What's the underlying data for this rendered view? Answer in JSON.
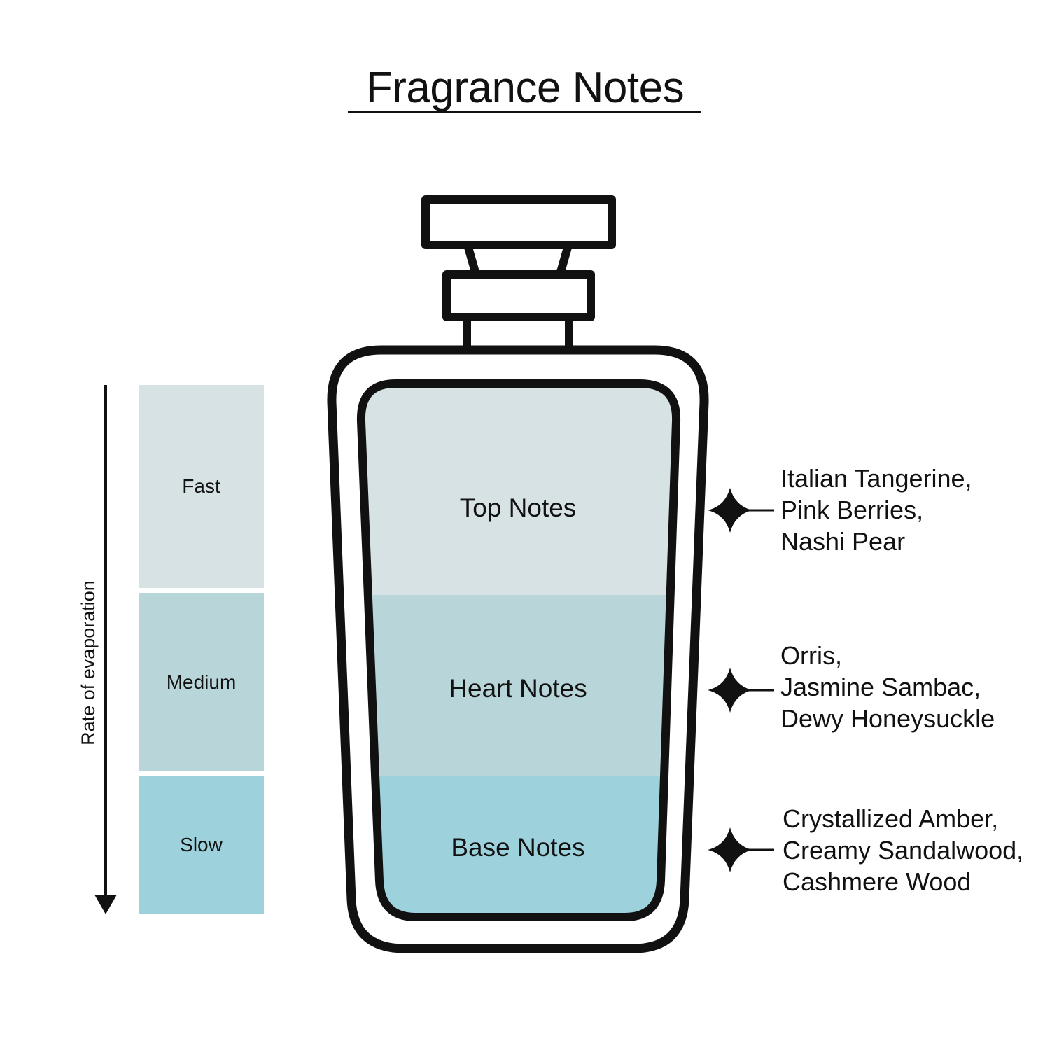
{
  "title": "Fragrance Notes",
  "evaporation": {
    "axis_label": "Rate of evaporation",
    "levels": [
      {
        "label": "Fast",
        "color": "#d6e2e4"
      },
      {
        "label": "Medium",
        "color": "#b8d5da"
      },
      {
        "label": "Slow",
        "color": "#9dd2dc"
      }
    ]
  },
  "notes": [
    {
      "label": "Top Notes",
      "ingredients": [
        "Italian Tangerine,",
        "Pink Berries,",
        "Nashi Pear"
      ]
    },
    {
      "label": "Heart Notes",
      "ingredients": [
        "Orris,",
        "Jasmine Sambac,",
        "Dewy Honeysuckle"
      ]
    },
    {
      "label": "Base Notes",
      "ingredients": [
        "Crystallized Amber,",
        "Creamy Sandalwood,",
        "Cashmere Wood"
      ]
    }
  ],
  "colors": {
    "outline": "#111111",
    "background": "#ffffff"
  },
  "icons": {
    "connector": "four-point-sparkle-icon"
  }
}
